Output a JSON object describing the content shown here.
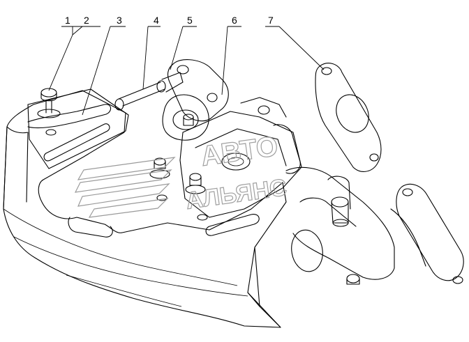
{
  "callouts": [
    {
      "id": "1",
      "label": "1"
    },
    {
      "id": "2",
      "label": "2"
    },
    {
      "id": "3",
      "label": "3"
    },
    {
      "id": "4",
      "label": "4"
    },
    {
      "id": "5",
      "label": "5"
    },
    {
      "id": "6",
      "label": "6"
    },
    {
      "id": "7",
      "label": "7"
    }
  ],
  "watermark": {
    "line1": "АВТО",
    "line2": "АЛЬЯНС",
    "color": "#9a9a9a"
  },
  "colors": {
    "line": "#000000",
    "background": "#ffffff"
  }
}
